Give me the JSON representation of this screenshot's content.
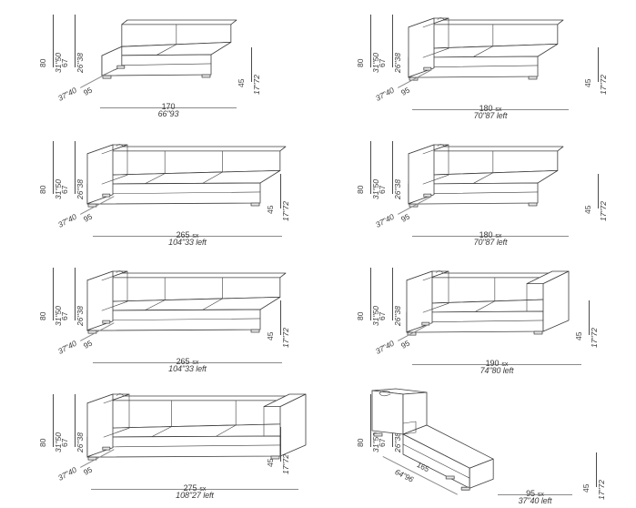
{
  "sheet": {
    "title": "Sofa modules dimension sheet",
    "line_color": "#3d3d3d",
    "text_color": "#3a3a3a",
    "background": "#ffffff"
  },
  "common": {
    "height_labels": [
      "80",
      "31\"50",
      "67",
      "26\"38"
    ],
    "seat_height_metric": "45",
    "seat_height_imperial": "17\"72",
    "depth_metric": "95",
    "depth_imperial": "37\"40"
  },
  "modules": [
    {
      "id": "module-1",
      "type": "armless-two-seat",
      "row": 1,
      "col": 1,
      "heights": {
        "back_metric": "80",
        "back_imperial": "31\"50",
        "seatback_metric": "67",
        "seatback_imperial": "26\"38"
      },
      "seat_height": {
        "metric": "45",
        "imperial": "17\"72"
      },
      "depth": {
        "metric": "95",
        "imperial": "37\"40"
      },
      "width": {
        "metric": "170",
        "suffix": "",
        "imperial": "66\"93"
      }
    },
    {
      "id": "module-2",
      "type": "left-arm-two-seat",
      "row": 1,
      "col": 2,
      "heights": {
        "back_metric": "80",
        "back_imperial": "31\"50",
        "seatback_metric": "67",
        "seatback_imperial": "26\"38"
      },
      "seat_height": {
        "metric": "45",
        "imperial": "17\"72"
      },
      "depth": {
        "metric": "95",
        "imperial": "37\"40"
      },
      "width": {
        "metric": "180",
        "suffix": "sx",
        "imperial": "70\"87 left"
      }
    },
    {
      "id": "module-3",
      "type": "left-arm-three-seat",
      "row": 2,
      "col": 1,
      "heights": {
        "back_metric": "80",
        "back_imperial": "31\"50",
        "seatback_metric": "67",
        "seatback_imperial": "26\"38"
      },
      "seat_height": {
        "metric": "45",
        "imperial": "17\"72"
      },
      "depth": {
        "metric": "95",
        "imperial": "37\"40"
      },
      "width": {
        "metric": "265",
        "suffix": "sx",
        "imperial": "104\"33 left"
      }
    },
    {
      "id": "module-4",
      "type": "left-arm-two-seat-rolled",
      "row": 2,
      "col": 2,
      "heights": {
        "back_metric": "80",
        "back_imperial": "31\"50",
        "seatback_metric": "67",
        "seatback_imperial": "26\"38"
      },
      "seat_height": {
        "metric": "45",
        "imperial": "17\"72"
      },
      "depth": {
        "metric": "95",
        "imperial": "37\"40"
      },
      "width": {
        "metric": "180",
        "suffix": "sx",
        "imperial": "70\"87 left"
      }
    },
    {
      "id": "module-5",
      "type": "left-arm-three-seat-rolled",
      "row": 3,
      "col": 1,
      "heights": {
        "back_metric": "80",
        "back_imperial": "31\"50",
        "seatback_metric": "67",
        "seatback_imperial": "26\"38"
      },
      "seat_height": {
        "metric": "45",
        "imperial": "17\"72"
      },
      "depth": {
        "metric": "95",
        "imperial": "37\"40"
      },
      "width": {
        "metric": "265",
        "suffix": "sx",
        "imperial": "104\"33 left"
      }
    },
    {
      "id": "module-6",
      "type": "two-arm-loveseat",
      "row": 3,
      "col": 2,
      "heights": {
        "back_metric": "80",
        "back_imperial": "31\"50",
        "seatback_metric": "67",
        "seatback_imperial": "26\"38"
      },
      "seat_height": {
        "metric": "45",
        "imperial": "17\"72"
      },
      "depth": {
        "metric": "95",
        "imperial": "37\"40"
      },
      "width": {
        "metric": "190",
        "suffix": "sx",
        "imperial": "74\"80 left"
      }
    },
    {
      "id": "module-7",
      "type": "two-arm-three-seat-sofa",
      "row": 4,
      "col": 1,
      "heights": {
        "back_metric": "80",
        "back_imperial": "31\"50",
        "seatback_metric": "67",
        "seatback_imperial": "26\"38"
      },
      "seat_height": {
        "metric": "45",
        "imperial": "17\"72"
      },
      "depth": {
        "metric": "95",
        "imperial": "37\"40"
      },
      "width": {
        "metric": "275",
        "suffix": "sx",
        "imperial": "108\"27 left"
      }
    },
    {
      "id": "module-8",
      "type": "chaise-longue",
      "row": 4,
      "col": 2,
      "heights": {
        "back_metric": "80",
        "back_imperial": "31\"50",
        "seatback_metric": "67",
        "seatback_imperial": "26\"38"
      },
      "seat_height": {
        "metric": "45",
        "imperial": "17\"72"
      },
      "depth": {
        "metric": "165",
        "imperial": "64\"96"
      },
      "width": {
        "metric": "95",
        "suffix": "sx",
        "imperial": "37\"40 left"
      }
    }
  ]
}
